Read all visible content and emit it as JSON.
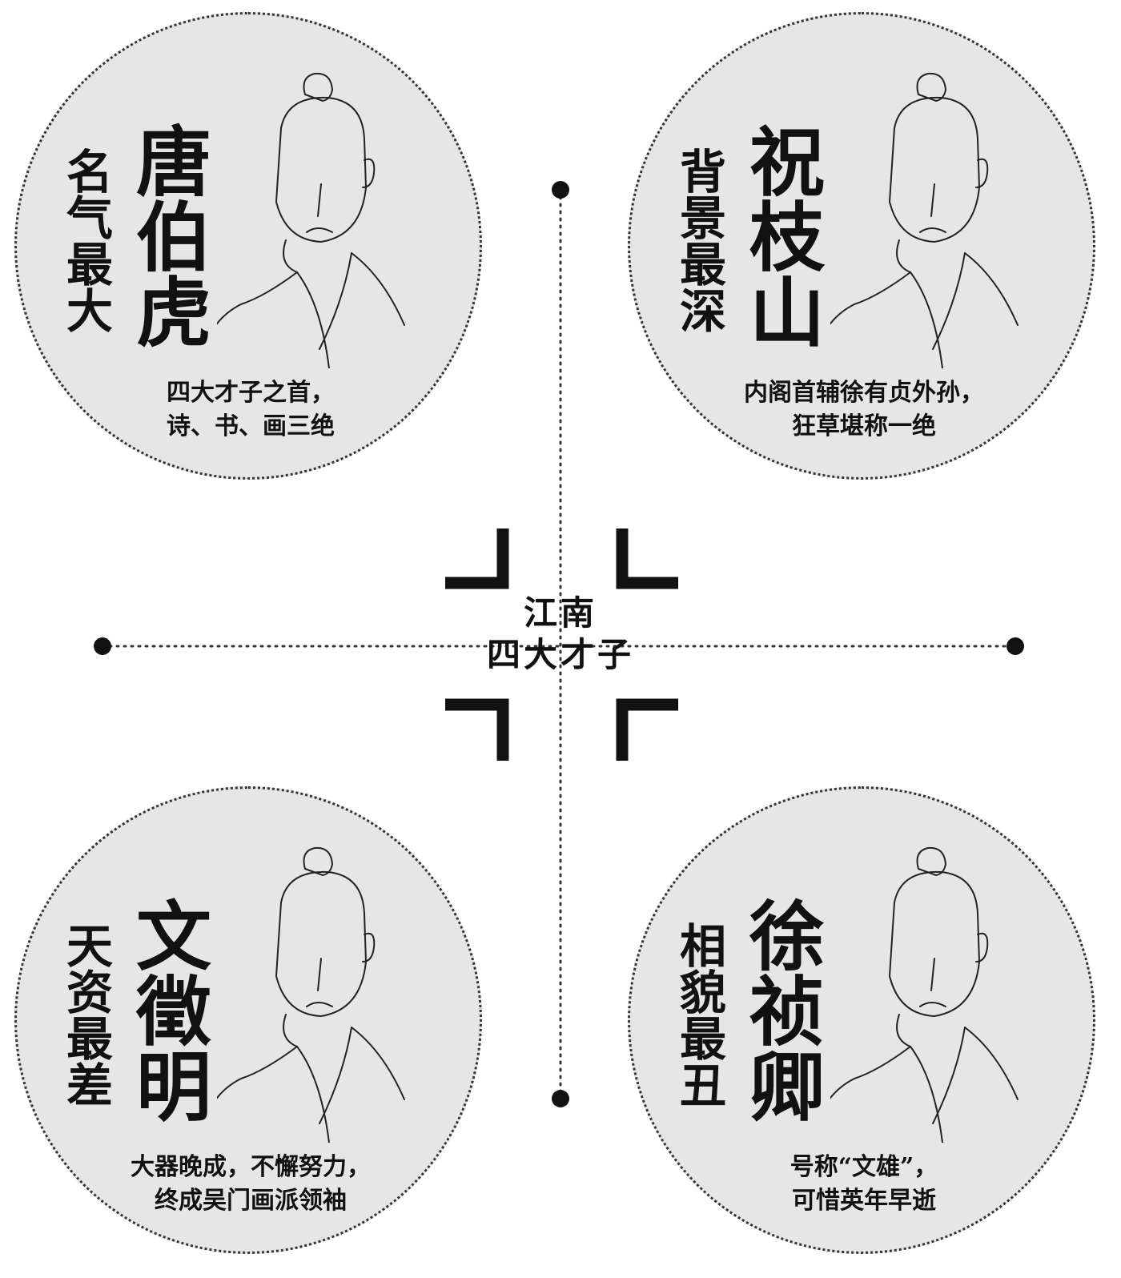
{
  "center": {
    "line1": "江南",
    "line2": "四大才子"
  },
  "people": [
    {
      "name": "唐伯虎",
      "trait": "名气最大",
      "desc_line1": "四大才子之首，",
      "desc_line2": "诗、书、画三绝"
    },
    {
      "name": "祝枝山",
      "trait": "背景最深",
      "desc_line1": "内阁首辅徐有贞外孙，",
      "desc_line2": "狂草堪称一绝"
    },
    {
      "name": "文徵明",
      "trait": "天资最差",
      "desc_line1": "大器晚成，不懈努力，",
      "desc_line2": "终成吴门画派领袖"
    },
    {
      "name": "徐祯卿",
      "trait": "相貌最丑",
      "desc_line1": "号称“文雄”，",
      "desc_line2": "可惜英年早逝"
    }
  ],
  "colors": {
    "circle_fill": "#e6e6e6",
    "ink": "#111111"
  }
}
